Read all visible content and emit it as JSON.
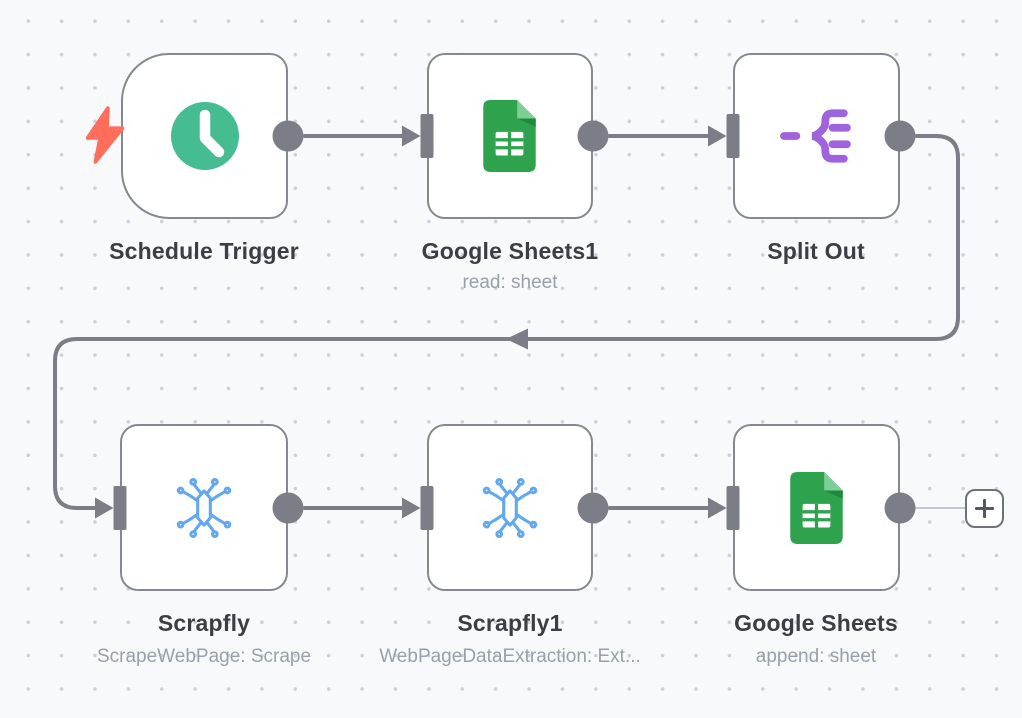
{
  "app": "workflow-editor-canvas",
  "nodes": [
    {
      "id": "schedule-trigger",
      "label": "Schedule Trigger",
      "subtitle": "",
      "icon": "clock-icon",
      "shape": "trigger",
      "icon_color": "#46bd90"
    },
    {
      "id": "google-sheets-1",
      "label": "Google Sheets1",
      "subtitle": "read: sheet",
      "icon": "google-sheets-icon",
      "shape": "square",
      "icon_color": "#2fa24d"
    },
    {
      "id": "split-out",
      "label": "Split Out",
      "subtitle": "",
      "icon": "split-out-icon",
      "shape": "square",
      "icon_color": "#9e63dd"
    },
    {
      "id": "scrapfly",
      "label": "Scrapfly",
      "subtitle": "ScrapeWebPage: Scrape",
      "icon": "spider-circuit-icon",
      "shape": "square",
      "icon_color": "#62a8f0"
    },
    {
      "id": "scrapfly-1",
      "label": "Scrapfly1",
      "subtitle": "WebPageDataExtraction: Ext...",
      "icon": "spider-circuit-icon",
      "shape": "square",
      "icon_color": "#62a8f0"
    },
    {
      "id": "google-sheets",
      "label": "Google Sheets",
      "subtitle": "append: sheet",
      "icon": "google-sheets-icon",
      "shape": "square",
      "icon_color": "#2fa24d"
    }
  ],
  "connections": [
    {
      "from": "schedule-trigger",
      "to": "google-sheets-1"
    },
    {
      "from": "google-sheets-1",
      "to": "split-out"
    },
    {
      "from": "split-out",
      "to": "scrapfly",
      "route": "loop-around"
    },
    {
      "from": "scrapfly",
      "to": "scrapfly-1"
    },
    {
      "from": "scrapfly-1",
      "to": "google-sheets"
    },
    {
      "from": "google-sheets",
      "to": "plus-button",
      "style": "thin-stub"
    }
  ],
  "plus_button": {
    "icon": "plus-icon"
  },
  "trigger_indicator": {
    "icon": "lightning-bolt-icon",
    "color": "#ff6e5b"
  },
  "colors": {
    "canvas_bg": "#f8f9fb",
    "grid_dot": "#ccd0db",
    "node_border": "#85888f",
    "connection": "#7b7e86",
    "thin_connection": "#c4c8d0",
    "label_text": "#3b3e44",
    "subtitle_text": "#98a0ab",
    "clock_green": "#46bd90",
    "sheets_green": "#2fa24d",
    "split_purple": "#9e63dd",
    "spider_blue": "#62a8f0",
    "bolt_red": "#ff6e5b"
  }
}
